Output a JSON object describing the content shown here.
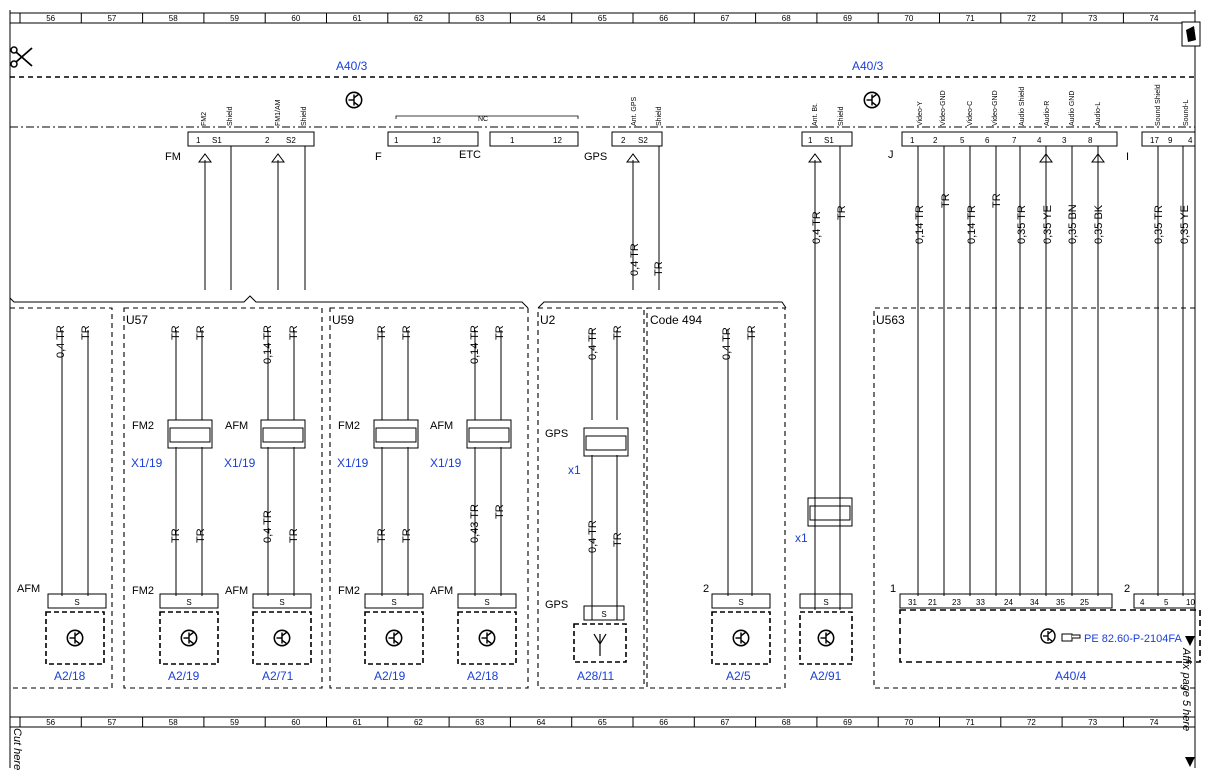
{
  "ruler": {
    "cells": [
      "56",
      "57",
      "58",
      "59",
      "60",
      "61",
      "62",
      "63",
      "64",
      "65",
      "66",
      "67",
      "68",
      "69",
      "70",
      "71",
      "72",
      "73",
      "74"
    ]
  },
  "colors": {
    "line": "#000000",
    "component_label": "#1a3fd6",
    "background": "#ffffff"
  },
  "icons": {
    "scissors": "scissors-icon",
    "note": "note-icon",
    "pointer": "pointing-hand-icon",
    "triangle": "arrow-down-triangle-icon"
  },
  "side_text": {
    "cut_here": "Cut here",
    "affix_page": "Affix page 5 here"
  },
  "top": {
    "unit_left": "A40/3",
    "unit_right": "A40/3",
    "connectors": {
      "fm": {
        "label": "FM",
        "pins": [
          "1",
          "S1"
        ],
        "signals": [
          "FM2",
          "Shield"
        ]
      },
      "fm2": {
        "pins": [
          "2",
          "S2"
        ],
        "signals": [
          "FM1/AM",
          "Shield"
        ]
      },
      "f": {
        "label": "F",
        "pins": [
          "1",
          "12"
        ]
      },
      "etc": {
        "label": "ETC",
        "pins": [
          "1",
          "12"
        ]
      },
      "nc": "NC",
      "gps": {
        "label": "GPS",
        "pins": [
          "2",
          "S2"
        ],
        "signals": [
          "Ant. GPS",
          "Shield"
        ]
      },
      "bt": {
        "pins": [
          "1",
          "S1"
        ],
        "signals": [
          "Ant. Bt.",
          "Shield"
        ]
      },
      "j": {
        "label": "J",
        "pins": [
          "1",
          "2",
          "5",
          "6",
          "7",
          "4",
          "3",
          "8"
        ],
        "signals": [
          "Video-Y",
          "Video-GND",
          "Video-C",
          "Video-GND",
          "Audio Shield",
          "Audio-R",
          "Audio GND",
          "Audio-L"
        ]
      },
      "i": {
        "label": "I",
        "pins": [
          "17",
          "9",
          "4"
        ],
        "signals": [
          "Sound Shield",
          "Sound-L"
        ]
      }
    },
    "wires": {
      "gps_a": "0,4 TR",
      "gps_b": "TR",
      "bt_a": "0,4 TR",
      "bt_b": "TR",
      "j1": "0,14 TR",
      "j2": "TR",
      "j3": "0,14 TR",
      "j4": "TR",
      "j5": "0,35 TR",
      "j6": "0,35 YE",
      "j7": "0,35 BN",
      "j8": "0,35 BK",
      "i1": "0,35 TR",
      "i2": "0,35 YE"
    }
  },
  "sections": {
    "s0": {
      "wire_a": "0,4 TR",
      "wire_b": "TR",
      "ant_label": "AFM",
      "comp": "A2/18",
      "pin": "S"
    },
    "u57": {
      "title": "U57",
      "w1": "TR",
      "w2": "TR",
      "w3": "0,14 TR",
      "w4": "TR",
      "sw1": "FM2",
      "sw2": "AFM",
      "sw_conn": "X1/19",
      "sw_conn2": "X1/19",
      "w5": "TR",
      "w6": "TR",
      "w7": "0,4 TR",
      "w8": "TR",
      "ant1": "FM2",
      "ant2": "AFM",
      "comp1": "A2/19",
      "comp2": "A2/71",
      "pin": "S"
    },
    "u59": {
      "title": "U59",
      "w1": "TR",
      "w2": "TR",
      "w3": "0,14 TR",
      "w4": "TR",
      "sw1": "FM2",
      "sw2": "AFM",
      "sw_conn": "X1/19",
      "sw_conn2": "X1/19",
      "w5": "TR",
      "w6": "TR",
      "w7": "0,43 TR",
      "w8": "TR",
      "ant1": "FM2",
      "ant2": "AFM",
      "comp1": "A2/19",
      "comp2": "A2/18",
      "pin": "S"
    },
    "u2": {
      "title": "U2",
      "w1": "0,4 TR",
      "w2": "TR",
      "sw": "GPS",
      "x1": "x1",
      "w3": "0,4 TR",
      "w4": "TR",
      "ant": "GPS",
      "comp": "A28/11",
      "pin": "S"
    },
    "code494": {
      "title": "Code 494",
      "w1": "0,4 TR",
      "w2": "TR",
      "ant": "2",
      "comp": "A2/5",
      "pin": "S"
    },
    "bt": {
      "x1": "x1",
      "comp": "A2/91",
      "pin": "S"
    },
    "u563": {
      "title": "U563",
      "num1": "1",
      "num2": "2",
      "pins": [
        "31",
        "21",
        "23",
        "33",
        "24",
        "34",
        "35",
        "25",
        "4",
        "5",
        "10"
      ],
      "ref": "PE 82.60-P-2104FA",
      "comp": "A40/4"
    }
  }
}
